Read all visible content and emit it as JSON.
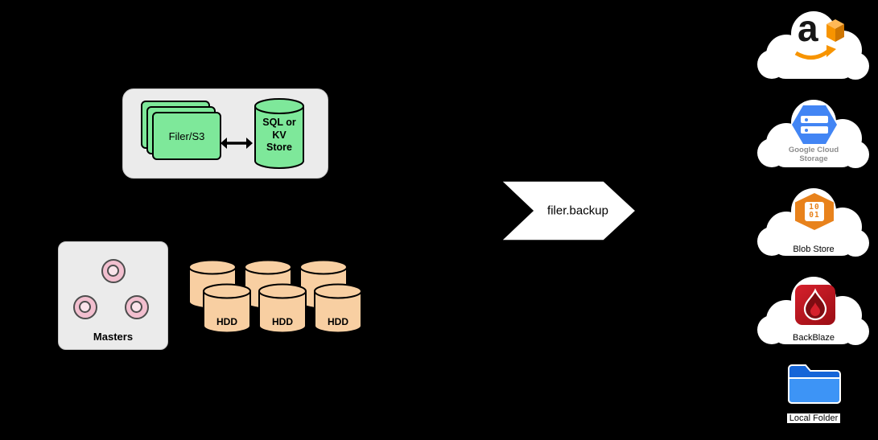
{
  "colors": {
    "background": "#000000",
    "group_fill": "#ebebeb",
    "filer_green": "#7ee89a",
    "volume_tan": "#f8cfa2",
    "master_pink": "#f2bfcf",
    "arrow_white": "#ffffff",
    "aws_orange": "#f79400",
    "gcs_blue": "#4285f4",
    "blob_orange": "#e8821c",
    "backblaze_red": "#c0131f",
    "folder_blue": "#3d94f6"
  },
  "filer_cluster": {
    "stack_label": "Filer/S3",
    "store_label": "SQL or KV Store"
  },
  "masters": {
    "label": "Masters"
  },
  "volumes": {
    "front_labels": [
      "HDD",
      "HDD",
      "HDD"
    ]
  },
  "flow": {
    "label": "filer.backup"
  },
  "targets": {
    "aws": {
      "letter": "a"
    },
    "gcs": {
      "label": "Google Cloud Storage"
    },
    "blob": {
      "label": "Blob Store",
      "digits_top": "10",
      "digits_bottom": "01"
    },
    "backblaze": {
      "label": "BackBlaze"
    },
    "local": {
      "label": "Local Folder"
    }
  }
}
